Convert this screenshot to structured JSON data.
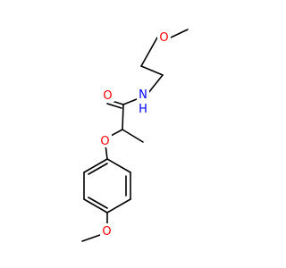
{
  "atoms": {
    "o_top": {
      "text": "O",
      "color": "#ff0000"
    },
    "nh": {
      "text": "N",
      "h": "H",
      "color": "#0000ff"
    },
    "o_carbonyl": {
      "text": "O",
      "color": "#ff0000"
    },
    "o_ether": {
      "text": "O",
      "color": "#ff0000"
    },
    "o_bottom": {
      "text": "O",
      "color": "#ff0000"
    }
  }
}
